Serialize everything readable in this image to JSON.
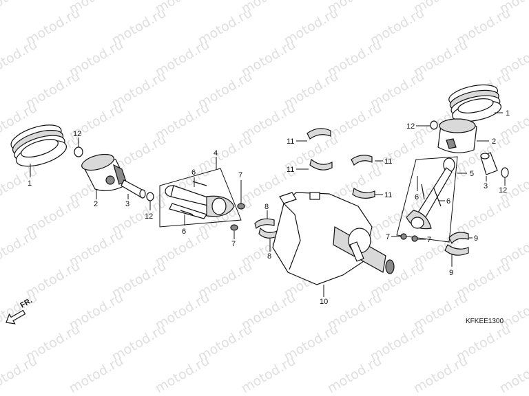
{
  "diagram": {
    "watermark_text": "motod.ru",
    "diagram_code": "KFKEE1300",
    "direction_label": "FR.",
    "callouts": {
      "left_rings": "1",
      "left_piston": "2",
      "left_pin": "3",
      "left_clip_top": "12",
      "left_clip_bottom": "12",
      "rod_assembly_left": "4",
      "rod_bolt_top": "6",
      "rod_bolt_bottom": "6",
      "rod_nut_top": "7",
      "rod_nut_bottom": "7",
      "bearing_top_left": "8",
      "bearing_bottom_left": "8",
      "main_bearing_a": "11",
      "main_bearing_b": "11",
      "main_bearing_c": "11",
      "main_bearing_d": "11",
      "crankshaft": "10",
      "right_rings": "1",
      "right_piston": "2",
      "right_clip_left": "12",
      "right_clip_right": "12",
      "right_pin": "3",
      "rod_assembly_right": "5",
      "rod_bolt_right_a": "6",
      "rod_bolt_right_b": "6",
      "rod_nut_right_a": "7",
      "rod_nut_right_b": "7",
      "bearing_right_top": "9",
      "bearing_right_bottom": "9"
    }
  }
}
